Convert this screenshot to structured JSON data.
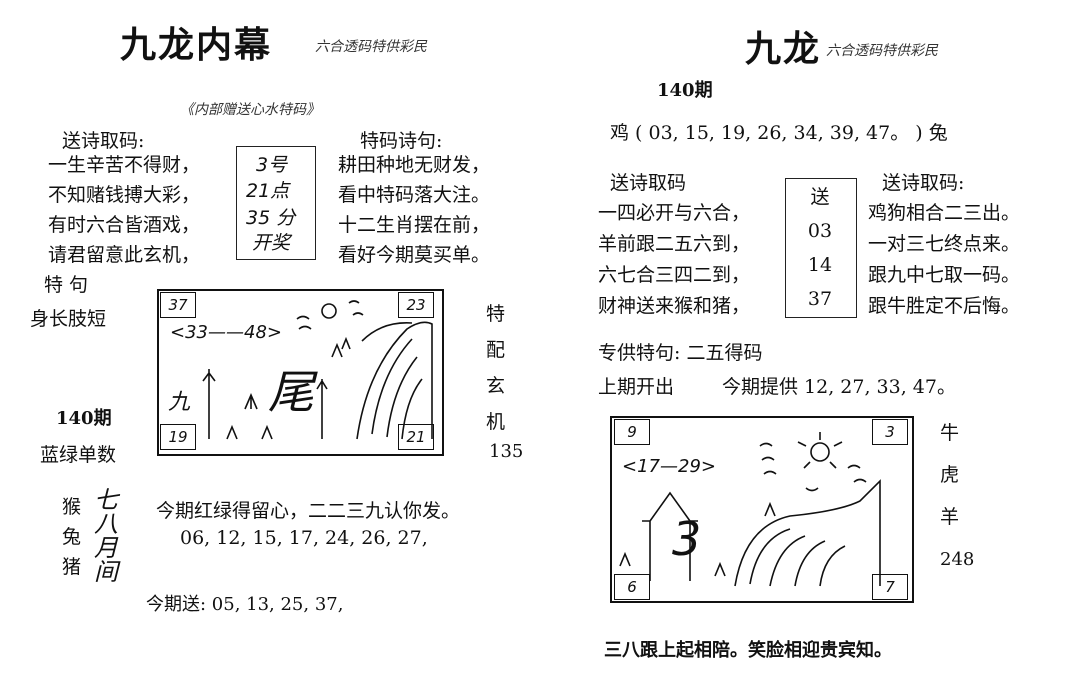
{
  "left": {
    "title": "九龙内幕",
    "subtitle": "六合透码特供彩民",
    "inner_note": "《内部赠送心水特码》",
    "poem_head_left": "送诗取码:",
    "poem_head_right": "特码诗句:",
    "poem_left": [
      "一生辛苦不得财，",
      "不知赌钱搏大彩，",
      "有时六合皆酒戏，",
      "请君留意此玄机，"
    ],
    "poem_right": [
      "耕田种地无财发，",
      "看中特码落大注。",
      "十二生肖摆在前，",
      "看好今期莫买单。"
    ],
    "center_box": [
      "3号",
      "21点",
      "35 分",
      "开奖"
    ],
    "special_label": "特  句",
    "special_phrase": "身长肢短",
    "issue": "140期",
    "color_tip": "蓝绿单数",
    "right_vertical": [
      "特",
      "配",
      "玄",
      "机"
    ],
    "right_number": "135",
    "pic_corners": {
      "tl": "37",
      "tr": "23",
      "bl": "19",
      "br": "21"
    },
    "pic_scribbles": {
      "range": "<33——48>",
      "char1": "九",
      "char2": "尾"
    },
    "zodiac_vertical": [
      "猴",
      "兔",
      "猪"
    ],
    "month_vertical": [
      "七",
      "八",
      "月",
      "间"
    ],
    "line1": "今期红绿得留心，二二三九认你发。",
    "numbers": "06, 12, 15, 17, 24, 26, 27,",
    "send_line": "今期送: 05, 13, 25, 37,"
  },
  "right": {
    "title": "九龙",
    "subtitle": "六合透码特供彩民",
    "issue": "140期",
    "chicken_line": "鸡 ( 03,  15,  19,  26,  34,  39,  47。 ) 兔",
    "poem_head_left": "送诗取码",
    "poem_head_right": "送诗取码:",
    "poem_left": [
      "一四必开与六合，",
      "羊前跟二五六到，",
      "六七合三四二到，",
      "财神送来猴和猪，"
    ],
    "poem_right": [
      "鸡狗相合二三出。",
      "一对三七终点来。",
      "跟九中七取一码。",
      "跟牛胜定不后悔。"
    ],
    "center_box": [
      "送",
      "03",
      "14",
      "37"
    ],
    "special_phrase": "专供特句:  二五得码",
    "last_open": "上期开出",
    "this_issue": "今期提供 12,  27,  33,  47。",
    "pic_corners": {
      "tl": "9",
      "tr": "3",
      "bl": "6",
      "br": "7"
    },
    "pic_scribbles": {
      "range": "<17—29>",
      "char1": "3"
    },
    "zodiac_vertical": [
      "牛",
      "虎",
      "羊"
    ],
    "right_number": "248",
    "bottom_line": "三八跟上起相陪。笑脸相迎贵宾知。"
  }
}
